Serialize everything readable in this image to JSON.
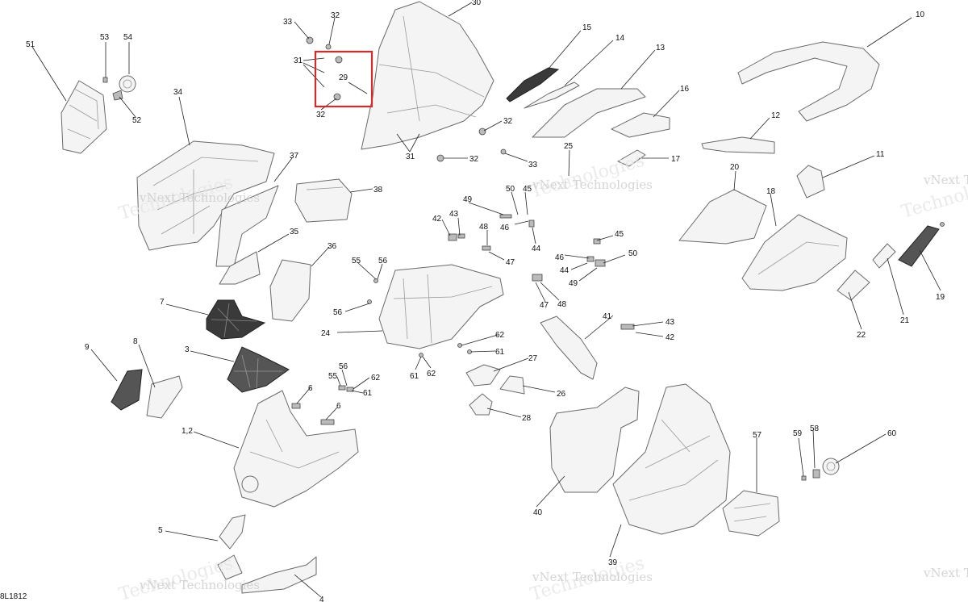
{
  "document_ref": "8L1812",
  "watermark": {
    "line1": "vNext Technologies",
    "line2": "Technologies"
  },
  "callouts": [
    "1,2",
    "3",
    "4",
    "5",
    "6",
    "6",
    "7",
    "8",
    "9",
    "10",
    "11",
    "12",
    "13",
    "14",
    "15",
    "16",
    "17",
    "18",
    "19",
    "20",
    "21",
    "22",
    "24",
    "25",
    "26",
    "27",
    "28",
    "29",
    "30",
    "31",
    "31",
    "31",
    "32",
    "32",
    "32",
    "32",
    "33",
    "33",
    "34",
    "35",
    "36",
    "37",
    "38",
    "39",
    "40",
    "41",
    "42",
    "42",
    "43",
    "43",
    "44",
    "44",
    "45",
    "45",
    "46",
    "46",
    "47",
    "47",
    "48",
    "48",
    "49",
    "49",
    "50",
    "50",
    "51",
    "52",
    "53",
    "54",
    "55",
    "55",
    "56",
    "56",
    "56",
    "57",
    "58",
    "59",
    "60",
    "61",
    "61",
    "61",
    "62",
    "62",
    "62"
  ],
  "highlight_color": "#d42a2a"
}
